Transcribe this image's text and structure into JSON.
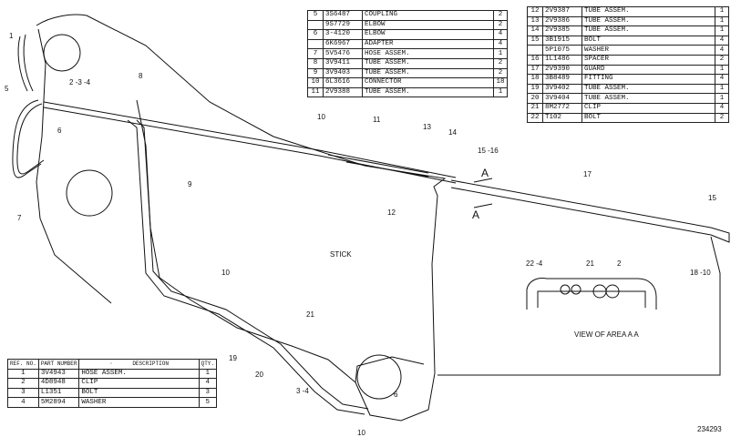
{
  "drawing": {
    "stick_label": "STICK",
    "view_caption": "VIEW OF AREA A A",
    "drawing_number": "234293",
    "section_marks": [
      "A",
      "A"
    ],
    "callouts": [
      "1",
      "2 -3 -4",
      "5",
      "8",
      "6",
      "7",
      "9",
      "10",
      "11",
      "13",
      "14",
      "15 -16",
      "12",
      "17",
      "15",
      "18 -10",
      "22 -4",
      "21",
      "2",
      "10",
      "21",
      "19",
      "20",
      "3 -4",
      "6",
      "10"
    ]
  },
  "table_top_mid": {
    "rows": [
      {
        "ref": "5",
        "part": "3S6487",
        "desc": "COUPLING",
        "qty": "2"
      },
      {
        "ref": "",
        "part": "9S7729",
        "desc": "ELBOW",
        "qty": "2"
      },
      {
        "ref": "6",
        "part": "3-4120",
        "desc": "ELBOW",
        "qty": "4"
      },
      {
        "ref": "",
        "part": "6K6967",
        "desc": "ADAPTER",
        "qty": "4"
      },
      {
        "ref": "7",
        "part": "5V5476",
        "desc": "HOSE ASSEM.",
        "qty": "1"
      },
      {
        "ref": "8",
        "part": "3V9411",
        "desc": "TUBE ASSEM.",
        "qty": "2"
      },
      {
        "ref": "9",
        "part": "3V9403",
        "desc": "TUBE ASSEM.",
        "qty": "2"
      },
      {
        "ref": "10",
        "part": "6L3616",
        "desc": "CONNECTOR",
        "qty": "18"
      },
      {
        "ref": "11",
        "part": "2V9388",
        "desc": "TUBE ASSEM.",
        "qty": "1"
      }
    ]
  },
  "table_top_right": {
    "rows": [
      {
        "ref": "12",
        "part": "2V9387",
        "desc": "TUBE ASSEM.",
        "qty": "1"
      },
      {
        "ref": "13",
        "part": "2V9386",
        "desc": "TUBE ASSEM.",
        "qty": "1"
      },
      {
        "ref": "14",
        "part": "2V9385",
        "desc": "TUBE ASSEM.",
        "qty": "1"
      },
      {
        "ref": "15",
        "part": "3B1915",
        "desc": "BOLT",
        "qty": "4"
      },
      {
        "ref": "",
        "part": "5P1075",
        "desc": "WASHER",
        "qty": "4"
      },
      {
        "ref": "16",
        "part": "1L1486",
        "desc": "SPACER",
        "qty": "2"
      },
      {
        "ref": "17",
        "part": "2V9390",
        "desc": "GUARD",
        "qty": "1"
      },
      {
        "ref": "18",
        "part": "3B8489",
        "desc": "FITTING",
        "qty": "4"
      },
      {
        "ref": "19",
        "part": "3V9402",
        "desc": "TUBE ASSEM.",
        "qty": "1"
      },
      {
        "ref": "20",
        "part": "3V9404",
        "desc": "TUBE ASSEM.",
        "qty": "1"
      },
      {
        "ref": "21",
        "part": "8M2772",
        "desc": "CLIP",
        "qty": "4"
      },
      {
        "ref": "22",
        "part": "T102",
        "desc": "BOLT",
        "qty": "2"
      }
    ]
  },
  "table_bottom_left": {
    "headers": {
      "ref": "REF. NO.",
      "part": "PART NUMBER",
      "dot": "·",
      "desc": "DESCRIPTION",
      "qty": "QTY."
    },
    "rows": [
      {
        "ref": "1",
        "part": "3V4943",
        "desc": "HOSE ASSEM.",
        "qty": "1"
      },
      {
        "ref": "2",
        "part": "4D8948",
        "desc": "CLIP",
        "qty": "4"
      },
      {
        "ref": "3",
        "part": "L1351",
        "desc": "BOLT",
        "qty": "3"
      },
      {
        "ref": "4",
        "part": "5M2894",
        "desc": "WASHER",
        "qty": "5"
      }
    ]
  }
}
